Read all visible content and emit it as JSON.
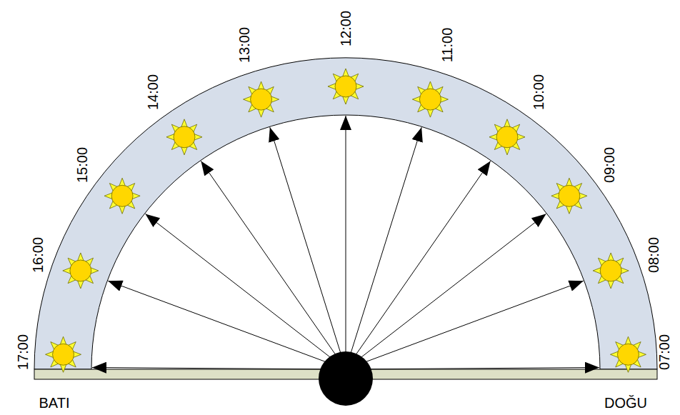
{
  "diagram": {
    "labels": [
      "07:00",
      "08:00",
      "09:00",
      "10:00",
      "11:00",
      "12:00",
      "13:00",
      "14:00",
      "15:00",
      "16:00",
      "17:00",
      "BATI",
      "DOĞU"
    ]
  }
}
